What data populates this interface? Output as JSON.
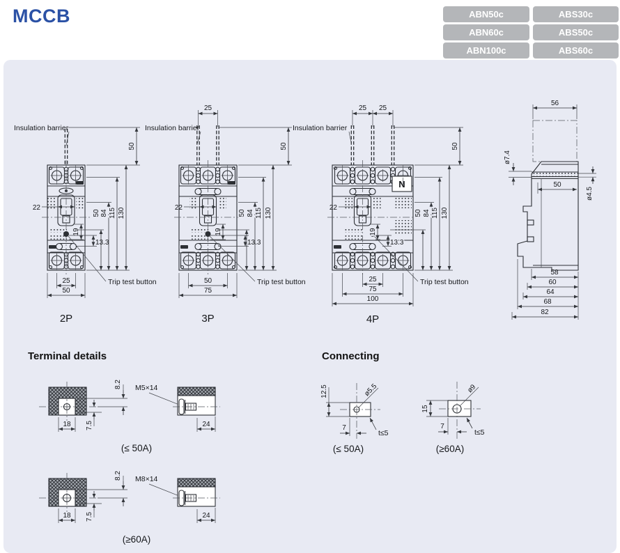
{
  "header": {
    "title": "MCCB",
    "products": [
      "ABN50c",
      "ABS30c",
      "ABN60c",
      "ABS50c",
      "ABN100c",
      "ABS60c"
    ]
  },
  "labels": {
    "insulation": "Insulation barrier",
    "trip": "Trip test button"
  },
  "p2": {
    "caption": "2P",
    "gap50": "50",
    "w22": "22",
    "h19": "19",
    "h50": "50",
    "h84": "84",
    "h115": "115",
    "h130": "130",
    "d133": "13.3",
    "b25": "25",
    "b50": "50"
  },
  "p3": {
    "caption": "3P",
    "t25": "25",
    "gap50": "50",
    "w22": "22",
    "h19": "19",
    "h50": "50",
    "h84": "84",
    "h115": "115",
    "h130": "130",
    "d133": "13.3",
    "b50": "50",
    "b75": "75"
  },
  "p4": {
    "caption": "4P",
    "t25a": "25",
    "t25b": "25",
    "n": "N",
    "gap50": "50",
    "w22": "22",
    "h19": "19",
    "h50": "50",
    "h84": "84",
    "h115": "115",
    "h130": "130",
    "d133": "13.3",
    "b25": "25",
    "b75": "75",
    "b100": "100"
  },
  "side": {
    "w56": "56",
    "dia74": "ø7.4",
    "d50": "50",
    "dia45": "ø4.5",
    "d58": "58",
    "d60": "60",
    "d64": "64",
    "d68": "68",
    "d82": "82"
  },
  "terminal": {
    "heading": "Terminal details",
    "rows": [
      {
        "h82": "8.2",
        "v75": "7.5",
        "w18": "18",
        "screw": "M5×14",
        "w24": "24",
        "caption": "(≤ 50A)"
      },
      {
        "h82": "8.2",
        "v75": "7.5",
        "w18": "18",
        "screw": "M8×14",
        "w24": "24",
        "caption": "(≥60A)"
      }
    ]
  },
  "connecting": {
    "heading": "Connecting",
    "items": [
      {
        "v": "12.5",
        "dia": "ø5.5",
        "w": "7",
        "t": "t≤5",
        "caption": "(≤ 50A)"
      },
      {
        "v": "15",
        "dia": "ø9",
        "w": "7",
        "t": "t≤5",
        "caption": "(≥60A)"
      }
    ]
  }
}
